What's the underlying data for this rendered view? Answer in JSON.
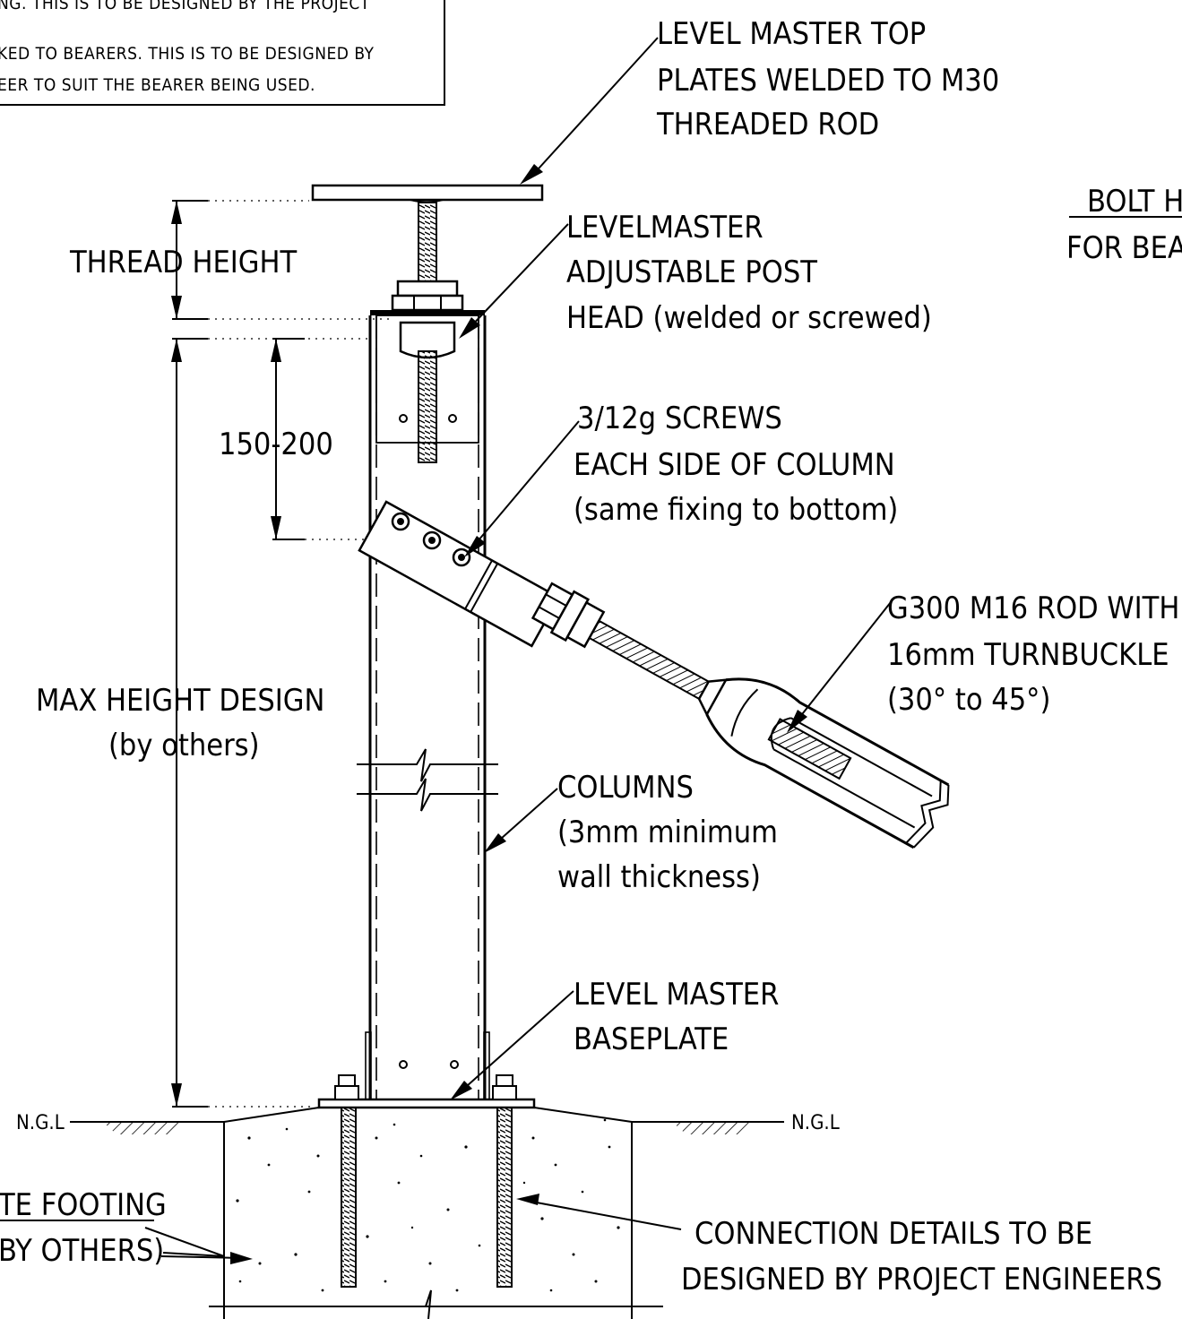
{
  "notes": {
    "line1": "NG. THIS IS TO BE DESIGNED BY THE PROJECT",
    "line2": "KED TO BEARERS. THIS IS TO BE DESIGNED BY",
    "line3": "EER TO SUIT THE BEARER BEING USED."
  },
  "labels": {
    "top_plate": [
      "LEVEL MASTER TOP",
      "PLATES WELDED TO M30",
      "THREADED ROD"
    ],
    "post_head": [
      "LEVELMASTER",
      "ADJUSTABLE POST",
      "HEAD (welded or screwed)"
    ],
    "bolt": [
      "BOLT H",
      "FOR BEA"
    ],
    "thread_height": "THREAD HEIGHT",
    "dim_150": "150-200",
    "screws": [
      "3/12g SCREWS",
      "EACH SIDE OF COLUMN",
      "(same fixing to bottom)"
    ],
    "rod": [
      "G300 M16 ROD WITH",
      "16mm TURNBUCKLE",
      "(30° to 45°)"
    ],
    "max_height": [
      "MAX HEIGHT DESIGN",
      "(by others)"
    ],
    "columns": [
      "COLUMNS",
      "(3mm minimum",
      "wall thickness)"
    ],
    "baseplate": [
      "LEVEL MASTER",
      "BASEPLATE"
    ],
    "ngl_left": "N.G.L",
    "ngl_right": "N.G.L",
    "footing": [
      "TE FOOTING",
      "BY OTHERS)"
    ],
    "connection": [
      "CONNECTION DETAILS TO BE",
      "DESIGNED BY PROJECT ENGINEERS"
    ]
  }
}
